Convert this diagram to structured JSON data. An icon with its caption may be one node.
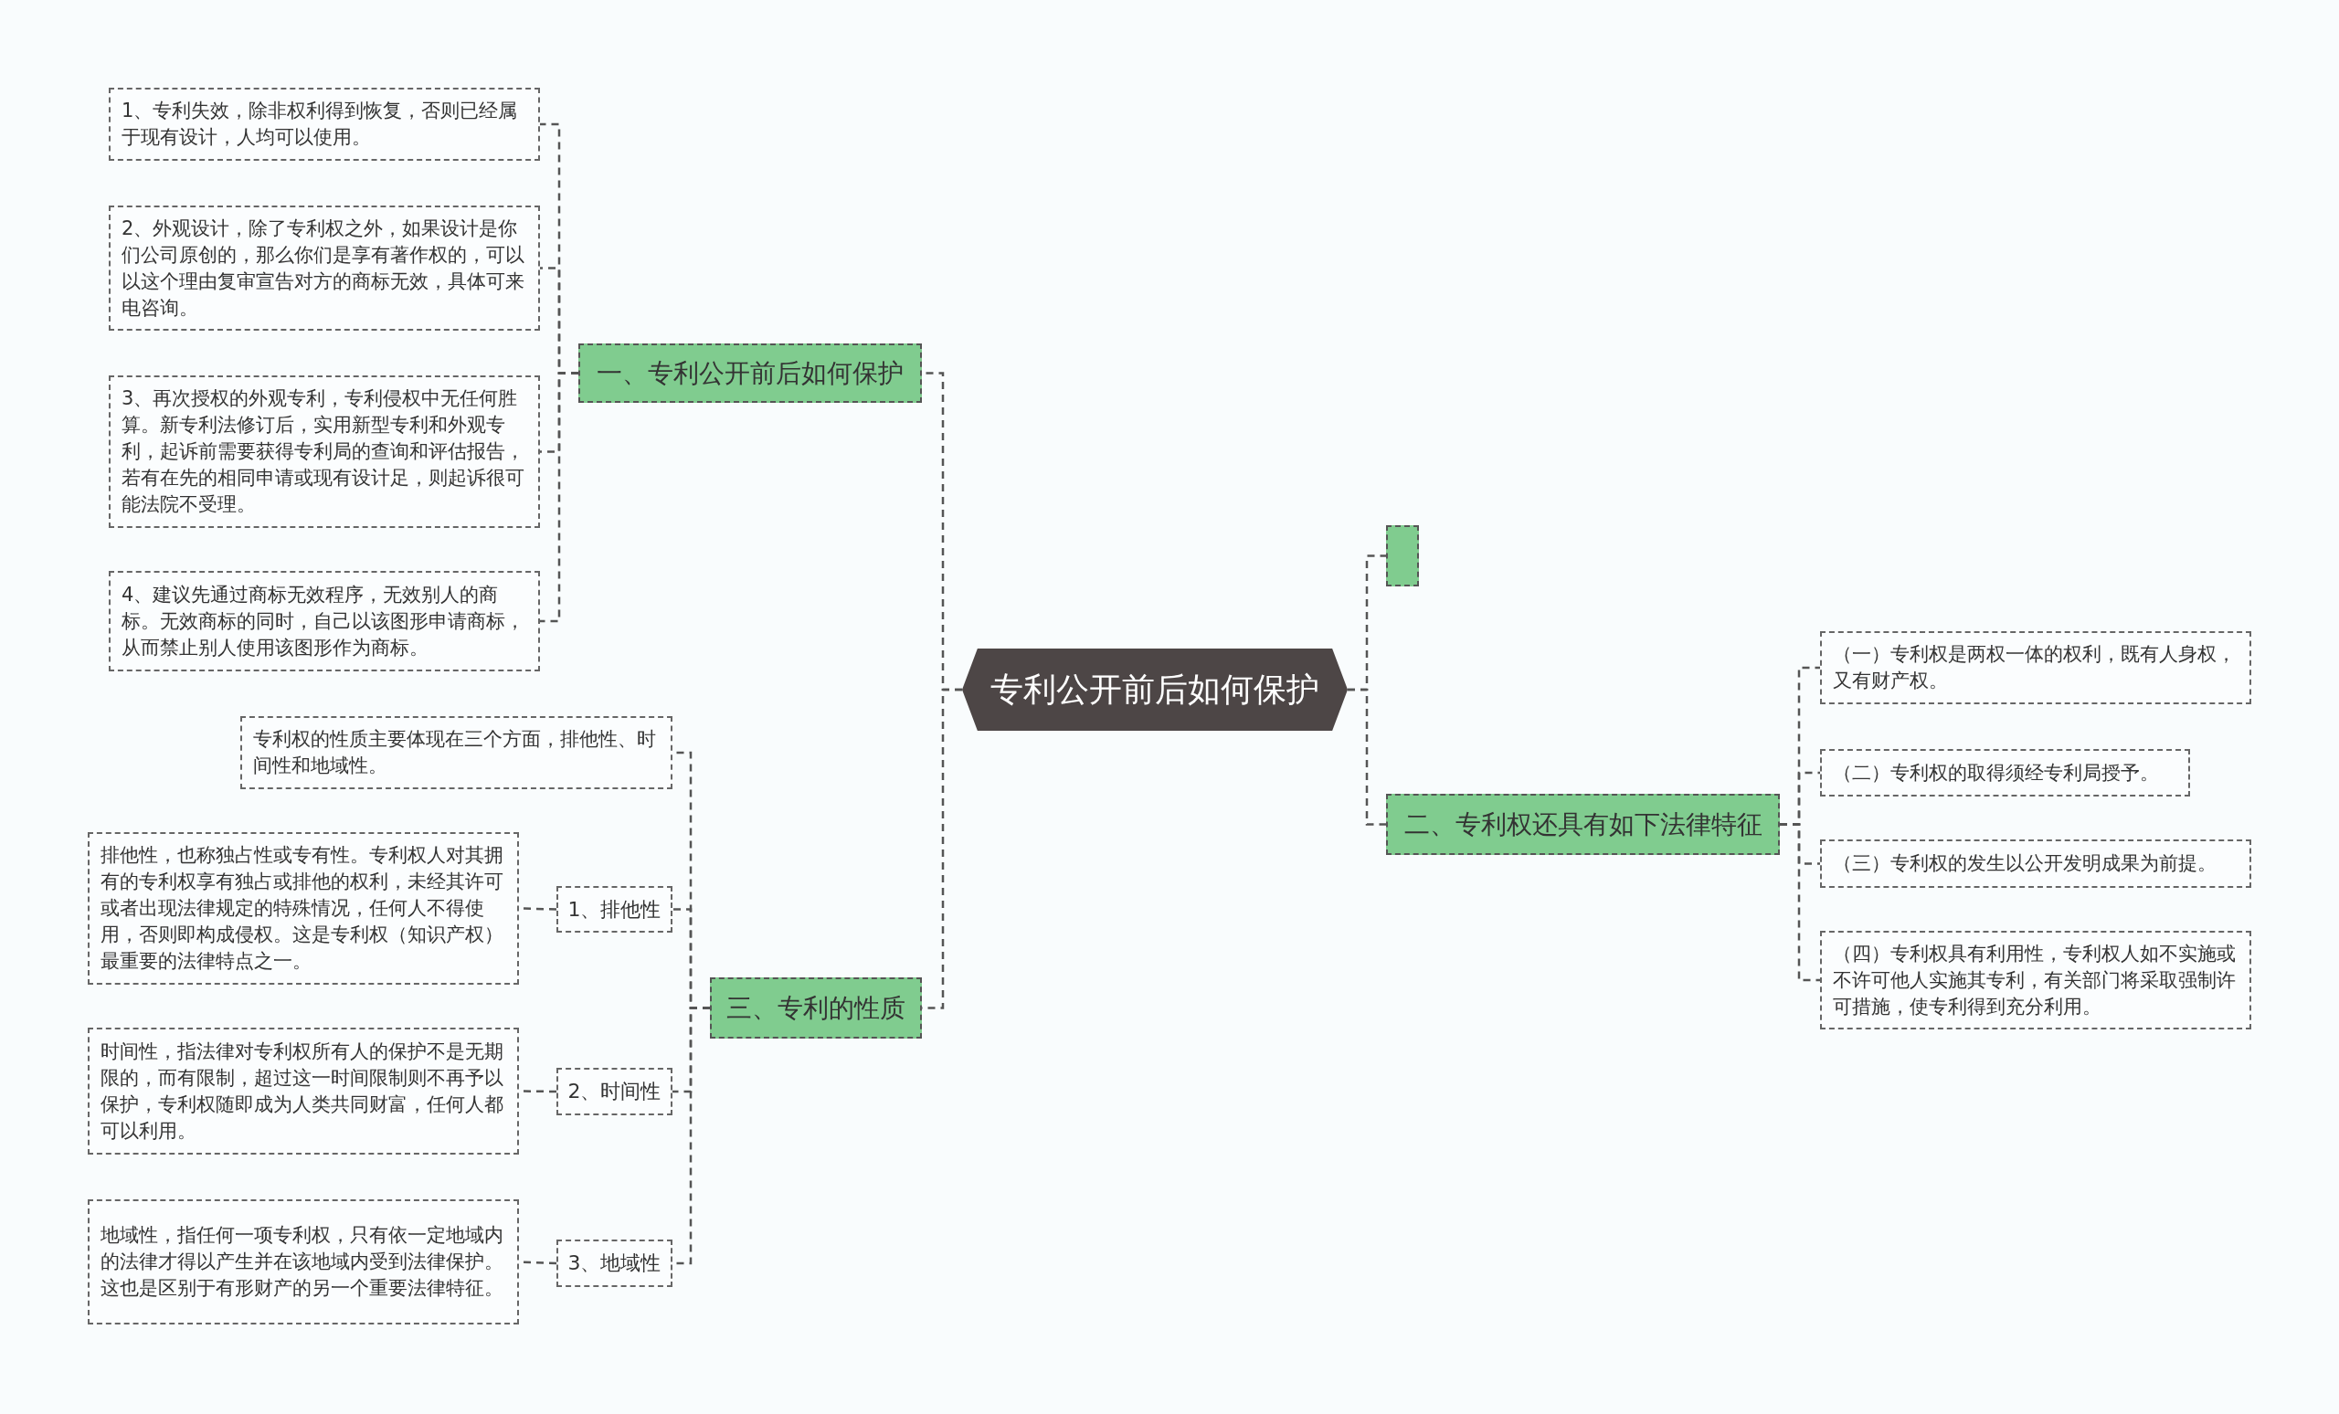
{
  "diagram": {
    "nodes": [
      {
        "text": [
          "专利公开前后如何保护"
        ]
      },
      {
        "text": [
          "一、专利公开前后如何保护"
        ]
      },
      {
        "text": [
          "1、专利失效，除非权利得到恢复，否则已经属于现有设计，人均可以使用。"
        ]
      },
      {
        "text": [
          "2、外观设计，除了专利权之外，如果设计是你们公司原创的，那么你们是享有著作权的，可以以这个理由复审宣告对方的商标无效，具体可来电咨询。"
        ]
      },
      {
        "text": [
          "3、再次授权的外观专利，专利侵权中无任何胜算。新专利法修订后，实用新型专利和外观专利，起诉前需要获得专利局的查询和评估报告，若有在先的相同申请或现有设计足，则起诉很可能法院不受理。"
        ]
      },
      {
        "text": [
          "4、建议先通过商标无效程序，无效别人的商标。无效商标的同时，自己以该图形申请商标，从而禁止别人使用该图形作为商标。"
        ]
      },
      {
        "text": [],
        "shape": "box"
      },
      {
        "text": [
          "二、专利权还具有如下法律特征"
        ]
      },
      {
        "text": [
          "（一）专利权是两权一体的权利，既有人身权，又有财产权。"
        ]
      },
      {
        "text": [
          "（二）专利权的取得须经专利局授予。"
        ]
      },
      {
        "text": [
          "（三）专利权的发生以公开发明成果为前提。"
        ]
      },
      {
        "text": [
          "（四）专利权具有利用性，专利权人如不实施或不许可他人实施其专利，有关部门将采取强制许可措施，使专利得到充分利用。"
        ]
      },
      {
        "text": [
          "三、专利的性质"
        ]
      },
      {
        "text": [
          "专利权的性质主要体现在三个方面，排他性、时间性和地域性。"
        ]
      },
      {
        "text": [
          "1、排他性"
        ]
      },
      {
        "text": [
          "排他性，也称独占性或专有性。专利权人对其拥有的专利权享有独占或排他的权利，未经其许可或者出现法律规定的特殊情况，任何人不得使用，否则即构成侵权。这是专利权（知识产权）最重要的法律特点之一。"
        ]
      },
      {
        "text": [
          "2、时间性"
        ]
      },
      {
        "text": [
          "时间性，指法律对专利权所有人的保护不是无期限的，而有限制，超过这一时间限制则不再予以保护，专利权随即成为人类共同财富，任何人都可以利用。"
        ]
      },
      {
        "text": [
          "3、地域性"
        ]
      },
      {
        "text": [
          "地域性，指任何一项专利权，只有依一定地域内的法律才得以产生并在该地域内受到法律保护。这也是区别于有形财产的另一个重要法律特征。"
        ]
      }
    ],
    "edges": [
      {
        "from": 0,
        "to": 1,
        "arrow": "none",
        "style": "dashed"
      },
      {
        "from": 1,
        "to": 2,
        "arrow": "none",
        "style": "dashed"
      },
      {
        "from": 1,
        "to": 3,
        "arrow": "none",
        "style": "dashed"
      },
      {
        "from": 1,
        "to": 4,
        "arrow": "none",
        "style": "dashed"
      },
      {
        "from": 1,
        "to": 5,
        "arrow": "none",
        "style": "dashed"
      },
      {
        "from": 0,
        "to": 6,
        "arrow": "none",
        "style": "dashed"
      },
      {
        "from": 0,
        "to": 7,
        "arrow": "none",
        "style": "dashed"
      },
      {
        "from": 7,
        "to": 8,
        "arrow": "none",
        "style": "dashed"
      },
      {
        "from": 7,
        "to": 9,
        "arrow": "none",
        "style": "dashed"
      },
      {
        "from": 7,
        "to": 10,
        "arrow": "none",
        "style": "dashed"
      },
      {
        "from": 7,
        "to": 11,
        "arrow": "none",
        "style": "dashed"
      },
      {
        "from": 0,
        "to": 12,
        "arrow": "none",
        "style": "dashed"
      },
      {
        "from": 12,
        "to": 13,
        "arrow": "none",
        "style": "dashed"
      },
      {
        "from": 12,
        "to": 14,
        "arrow": "none",
        "style": "dashed"
      },
      {
        "from": 12,
        "to": 16,
        "arrow": "none",
        "style": "dashed"
      },
      {
        "from": 12,
        "to": 18,
        "arrow": "none",
        "style": "dashed"
      },
      {
        "from": 14,
        "to": 15,
        "arrow": "none",
        "style": "dashed"
      },
      {
        "from": 16,
        "to": 17,
        "arrow": "none",
        "style": "dashed"
      },
      {
        "from": 18,
        "to": 19,
        "arrow": "none",
        "style": "dashed"
      }
    ]
  }
}
